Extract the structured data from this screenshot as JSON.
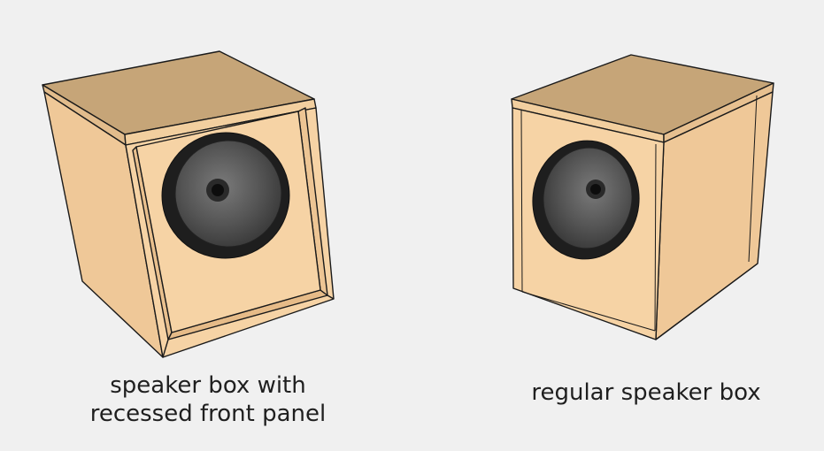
{
  "captions": {
    "recessed": {
      "line1": "speaker box with",
      "line2": "recessed front panel"
    },
    "regular": {
      "line1": "regular speaker box"
    }
  },
  "colors": {
    "background": "#f0f0f0",
    "wood_front": "#f6d3a5",
    "wood_side": "#efc898",
    "wood_top": "#c6a578",
    "wood_inset": "#e9c08e",
    "outline": "#1a1a1a",
    "driver_surround": "#1e1e1e",
    "driver_cone": "#5a5a5a",
    "driver_dustcap": "#111111"
  }
}
